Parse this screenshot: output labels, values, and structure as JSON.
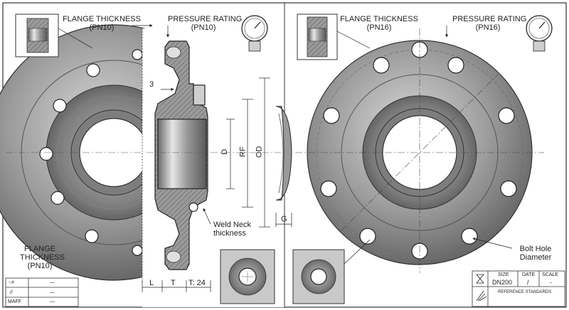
{
  "left_view": {
    "flange_thickness": {
      "line1": "FLANGE THICKNESS",
      "line2": "(PN10)"
    },
    "pressure_rating": {
      "line1": "PRESSURE RATING",
      "line2": "(PN10)"
    },
    "flange_thickness_bottom": {
      "line1": "FLANGE",
      "line2": "THICKNESS",
      "line3": "(PN10)"
    },
    "dim_3": "3",
    "dim_D": "D",
    "dim_RF": "RF",
    "dim_OD": "OD",
    "dim_G": "G",
    "weld_neck": {
      "line1": "Weld Neck",
      "line2": "thickness"
    },
    "dim_L": "L",
    "dim_T": "T",
    "dim_T24": "T: 24"
  },
  "right_view": {
    "flange_thickness": {
      "line1": "FLANGE THICKNESS",
      "line2": "(PN16)"
    },
    "pressure_rating": {
      "line1": "PRESSURE RATING",
      "line2": "(PN16)"
    },
    "bolt_hole": {
      "line1": "Bolt Hole",
      "line2": "Diameter"
    }
  },
  "symbol_table": {
    "rows": [
      {
        "symbol": "○≠",
        "value": "—"
      },
      {
        "symbol": "//",
        "value": "—"
      },
      {
        "symbol": "MAFF",
        "value": "—"
      }
    ]
  },
  "title_block": {
    "size_label": "SIZE",
    "size_value": "DN200",
    "date_label": "DATE",
    "date_value": "/",
    "scale_label": "SCALE",
    "scale_value": "-",
    "reference": "REFERENCE STANDARDS"
  }
}
